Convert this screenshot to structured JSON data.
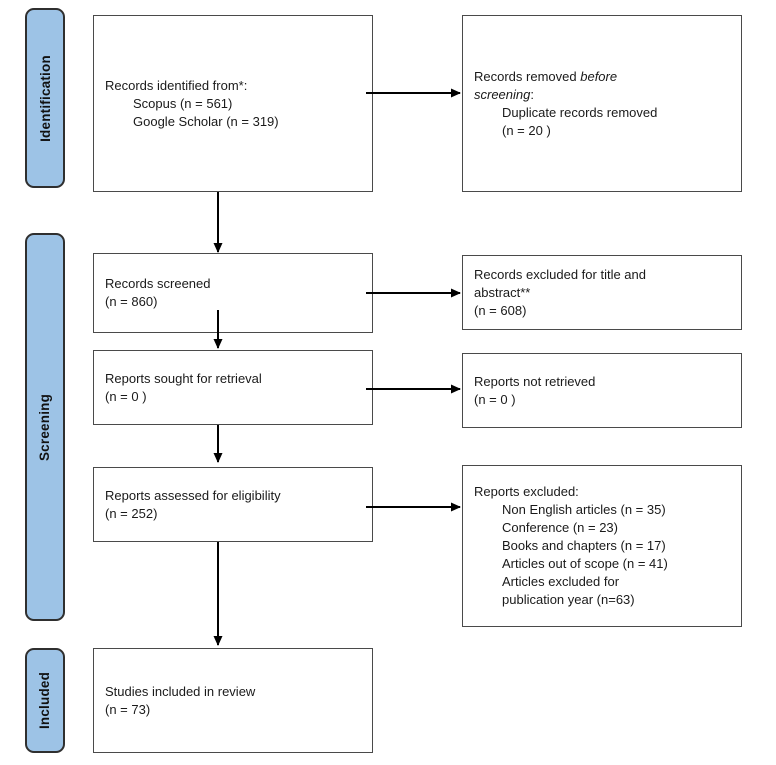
{
  "sidebar": {
    "identification_label": "Identification",
    "screening_label": "Screening",
    "included_label": "Included"
  },
  "boxes": {
    "records_identified": {
      "title": "Records identified from*:",
      "items": [
        "Scopus (n = 561)",
        "Google Scholar (n = 319)"
      ]
    },
    "records_removed": {
      "title_normal": "Records removed",
      "title_italic_1": "before",
      "title_italic_2": "screening",
      "title_colon": ":",
      "items": [
        "Duplicate records removed",
        "(n = 20 )"
      ]
    },
    "records_screened": {
      "title": "Records screened",
      "count": "(n = 860)"
    },
    "records_excluded": {
      "line1": "Records excluded for title and",
      "line2": "abstract**",
      "count": "(n = 608)"
    },
    "reports_sought": {
      "title": "Reports sought for retrieval",
      "count": "(n = 0 )"
    },
    "reports_not_retrieved": {
      "title": "Reports not retrieved",
      "count": "(n = 0 )"
    },
    "reports_assessed": {
      "title": "Reports assessed for eligibility",
      "count": "(n = 252)"
    },
    "reports_excluded": {
      "title": "Reports excluded:",
      "items": [
        "Non English articles (n = 35)",
        "Conference (n = 23)",
        "Books and chapters (n = 17)",
        "Articles out of scope (n = 41)",
        "Articles excluded for",
        "publication year (n=63)"
      ]
    },
    "studies_included": {
      "title": "Studies included in review",
      "count": "(n = 73)"
    }
  },
  "colors": {
    "sidebar_fill": "#9DC3E6",
    "sidebar_border": "#2F2F2F",
    "box_border": "#4A4A4A",
    "arrow": "#000000"
  }
}
